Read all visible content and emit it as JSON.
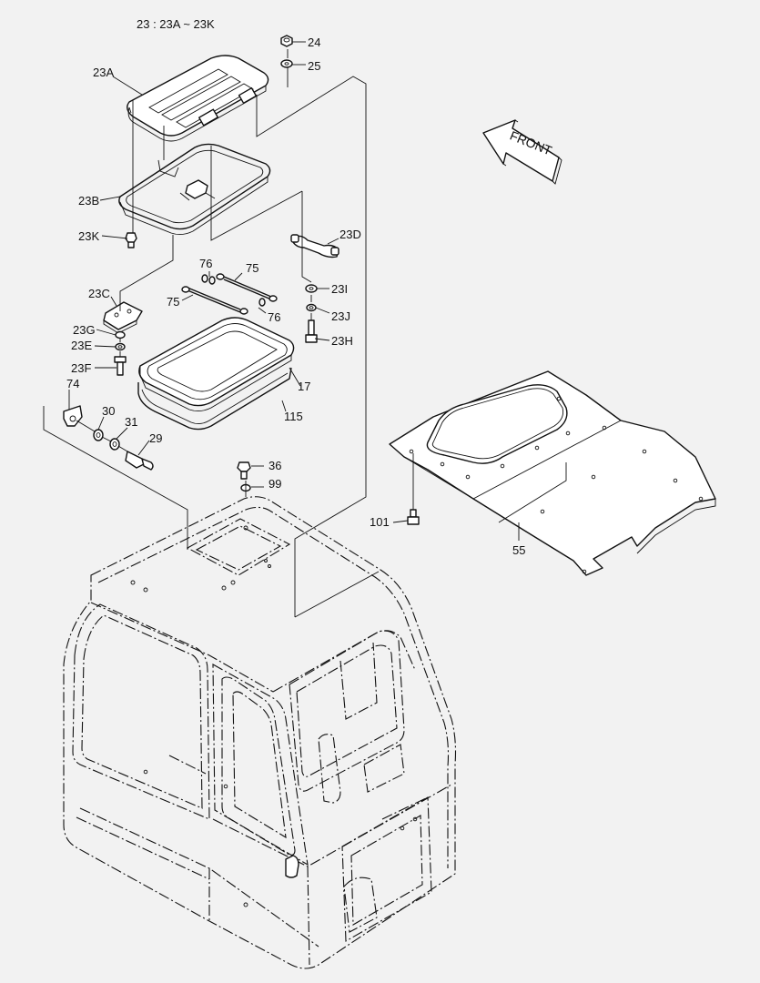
{
  "header": {
    "text": "23 : 23A ~ 23K"
  },
  "front_label": "FRONT",
  "labels": {
    "p24": "24",
    "p25": "25",
    "p23A": "23A",
    "p23B": "23B",
    "p23K": "23K",
    "p23D": "23D",
    "p76a": "76",
    "p75a": "75",
    "p23C": "23C",
    "p75b": "75",
    "p76b": "76",
    "p23I": "23I",
    "p23J": "23J",
    "p23G": "23G",
    "p23E": "23E",
    "p23H": "23H",
    "p23F": "23F",
    "p17": "17",
    "p74": "74",
    "p30": "30",
    "p31": "31",
    "p115": "115",
    "p29": "29",
    "p36": "36",
    "p99": "99",
    "p101": "101",
    "p55": "55"
  }
}
